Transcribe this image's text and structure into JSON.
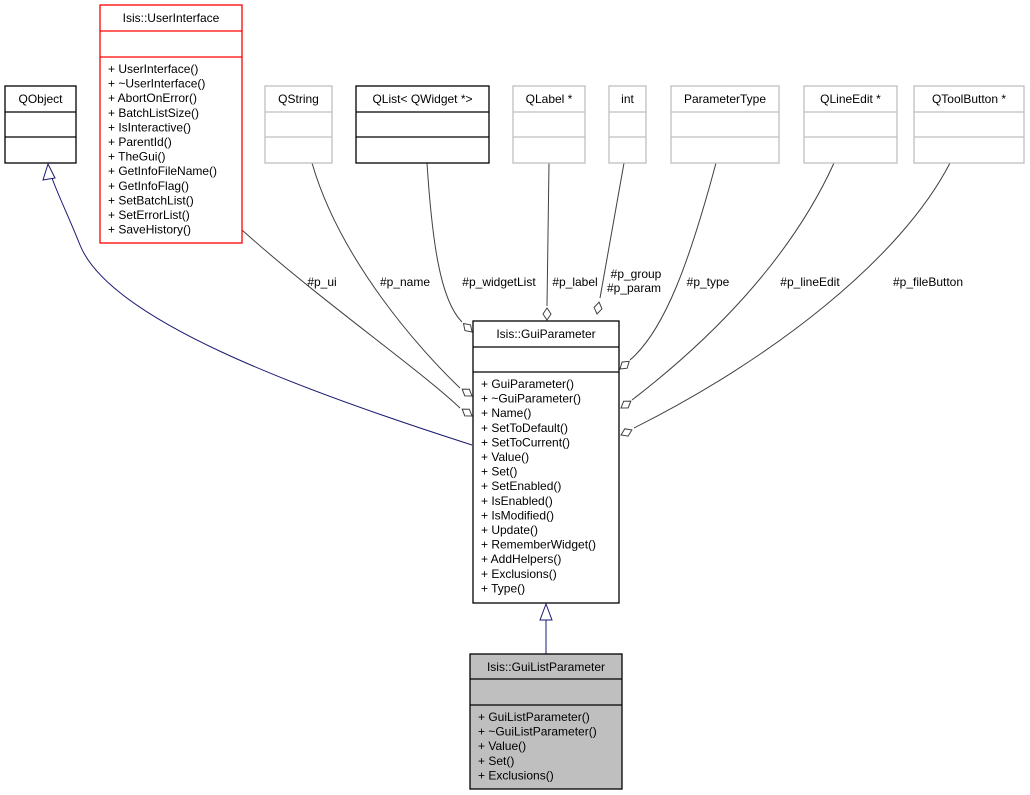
{
  "classes": {
    "qobject": {
      "name": "QObject",
      "methods": []
    },
    "user_interface": {
      "name": "Isis::UserInterface",
      "methods": [
        "+ UserInterface()",
        "+ ~UserInterface()",
        "+ AbortOnError()",
        "+ BatchListSize()",
        "+ IsInteractive()",
        "+ ParentId()",
        "+ TheGui()",
        "+ GetInfoFileName()",
        "+ GetInfoFlag()",
        "+ SetBatchList()",
        "+ SetErrorList()",
        "+ SaveHistory()"
      ]
    },
    "qstring": {
      "name": "QString",
      "methods": []
    },
    "qlist": {
      "name": "QList< QWidget *>",
      "methods": []
    },
    "qlabel": {
      "name": "QLabel *",
      "methods": []
    },
    "int": {
      "name": "int",
      "methods": []
    },
    "parameter_type": {
      "name": "ParameterType",
      "methods": []
    },
    "qlineedit": {
      "name": "QLineEdit *",
      "methods": []
    },
    "qtoolbutton": {
      "name": "QToolButton *",
      "methods": []
    },
    "gui_parameter": {
      "name": "Isis::GuiParameter",
      "methods": [
        "+ GuiParameter()",
        "+ ~GuiParameter()",
        "+ Name()",
        "+ SetToDefault()",
        "+ SetToCurrent()",
        "+ Value()",
        "+ Set()",
        "+ SetEnabled()",
        "+ IsEnabled()",
        "+ IsModified()",
        "+ Update()",
        "+ RememberWidget()",
        "+ AddHelpers()",
        "+ Exclusions()",
        "+ Type()"
      ]
    },
    "gui_list_parameter": {
      "name": "Isis::GuiListParameter",
      "methods": [
        "+ GuiListParameter()",
        "+ ~GuiListParameter()",
        "+ Value()",
        "+ Set()",
        "+ Exclusions()"
      ]
    }
  },
  "edge_labels": {
    "p_ui": "#p_ui",
    "p_name": "#p_name",
    "p_widgetList": "#p_widgetList",
    "p_label": "#p_label",
    "p_group": "#p_group",
    "p_param": "#p_param",
    "p_type": "#p_type",
    "p_lineEdit": "#p_lineEdit",
    "p_fileButton": "#p_fileButton"
  },
  "colors": {
    "inheritance": "#191970",
    "usage": "#404040",
    "documented_border": "#000000",
    "undocumented_border": "#bfbfbf",
    "truncated_border": "#ff0000",
    "current_fill": "#bfbfbf"
  }
}
